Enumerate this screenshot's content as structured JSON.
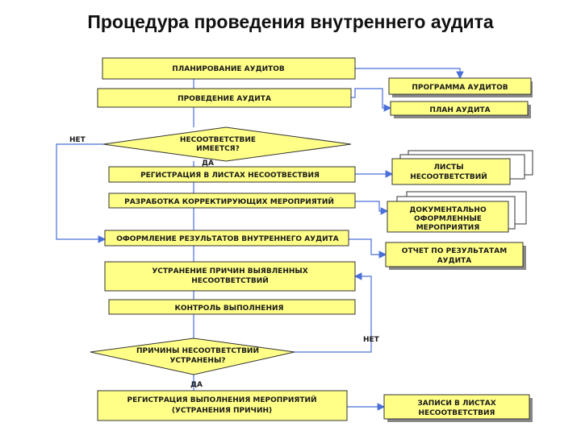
{
  "title": "Процедура проведения внутреннего аудита",
  "nodes": {
    "planning": "ПЛАНИРОВАНИЕ АУДИТОВ",
    "conducting": "ПРОВЕДЕНИЕ АУДИТА",
    "decision1": [
      "НЕСООТВЕТСТВИЕ",
      "ИМЕЕТСЯ?"
    ],
    "registration": "РЕГИСТРАЦИЯ В ЛИСТАХ НЕСООТВЕСТВИЯ",
    "corrective": "РАЗРАБОТКА КОРРЕКТИРУЮЩИХ МЕРОПРИЯТИЙ",
    "results": "ОФОРМЛЕНИЕ РЕЗУЛЬТАТОВ ВНУТРЕННЕГО АУДИТА",
    "elimination": [
      "УСТРАНЕНИЕ ПРИЧИН ВЫЯВЛЕННЫХ",
      "НЕСООТВЕТСТВИЙ"
    ],
    "control": "КОНТРОЛЬ ВЫПОЛНЕНИЯ",
    "decision2": [
      "ПРИЧИНЫ НЕСООТВЕТСТВИЙ",
      "УСТРАНЕНЫ?"
    ],
    "final": [
      "РЕГИСТРАЦИЯ ВЫПОЛНЕНИЯ МЕРОПРИЯТИЙ",
      "(УСТРАНЕНИЯ ПРИЧИН)"
    ]
  },
  "documents": {
    "program": "ПРОГРАММА АУДИТОВ",
    "plan": "ПЛАН АУДИТА",
    "nc_sheets": [
      "ЛИСТЫ",
      "НЕСООТВЕТСТВИЙ"
    ],
    "documented": [
      "ДОКУМЕНТАЛЬНО",
      "ОФОРМЛЕННЫЕ",
      "МЕРОПРИЯТИЯ"
    ],
    "report": [
      "ОТЧЕТ ПО РЕЗУЛЬТАТАМ",
      "АУДИТА"
    ],
    "records": [
      "ЗАПИСИ В ЛИСТАХ",
      "НЕСООТВЕТСТВИЯ"
    ]
  },
  "labels": {
    "no": "НЕТ",
    "yes": "ДА",
    "no2": "НЕТ",
    "yes2": "ДА"
  }
}
